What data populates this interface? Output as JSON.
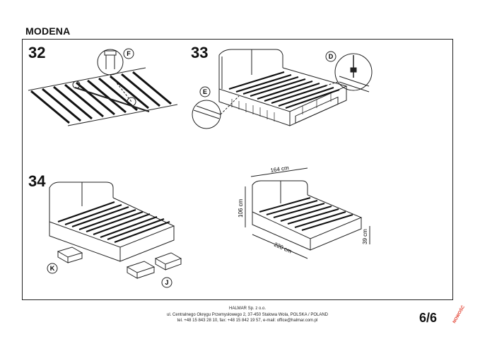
{
  "document": {
    "title": "MODENA",
    "page_number": "6/6",
    "badge": "NOWOŚĆ"
  },
  "steps": [
    {
      "number": "32",
      "callouts": [
        "F"
      ]
    },
    {
      "number": "33",
      "callouts": [
        "D",
        "E"
      ]
    },
    {
      "number": "34",
      "callouts": [
        "K",
        "J"
      ]
    }
  ],
  "dimensions": {
    "width": "164 cm",
    "length": "220 cm",
    "height": "106 cm",
    "frame_height": "39 cm"
  },
  "footer": {
    "company": "HALMAR Sp. z o.o.",
    "address": "ul. Centralnego Okręgu Przemysłowego 2, 37-450 Stalowa Wola, POLSKA / POLAND",
    "contact": "tel. +48 15 843 28 10, fax: +48 15 842 19 57, e-mail: office@halmar.com.pl"
  }
}
